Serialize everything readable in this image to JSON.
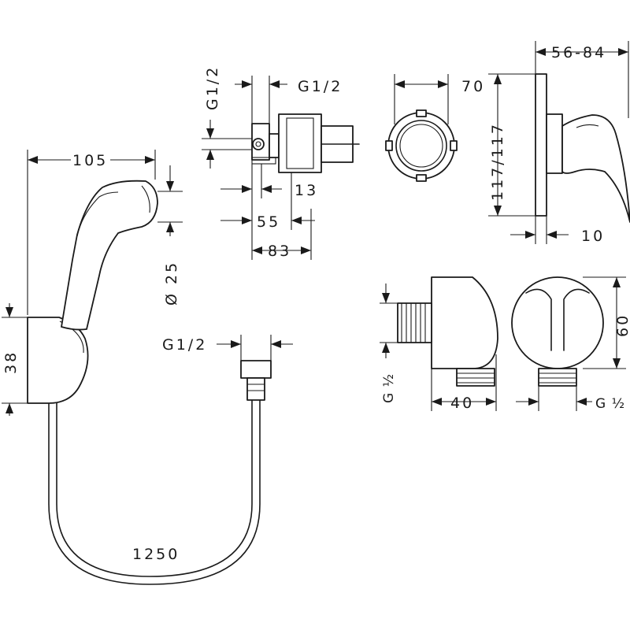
{
  "dimensions": {
    "hand_shower_width": "105",
    "hand_shower_diameter": "Ø 25",
    "holder_height": "38",
    "hose_connection": "G1/2",
    "hose_length": "1250",
    "valve_thread_vertical": "G1/2",
    "valve_thread_top": "G1/2",
    "valve_13": "13",
    "valve_55": "55",
    "valve_83": "83",
    "rosette_70": "70",
    "handle_depth": "56-84",
    "handle_height": "117/117",
    "handle_10": "10",
    "outlet_thread_left": "G ½",
    "outlet_depth": "40",
    "outlet_height": "60",
    "outlet_thread_bottom": "G ½"
  }
}
